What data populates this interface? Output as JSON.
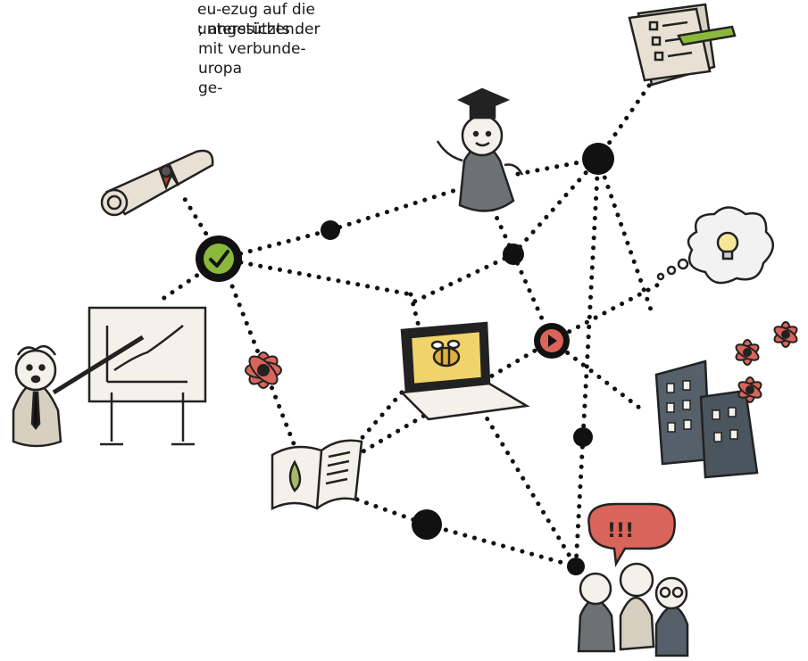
{
  "text_top_lines": [
    "ezug auf die",
    "; angesichts der",
    "mit verbunde-",
    "uropa",
    "ge-"
  ],
  "text_bottom_lines": [
    "eu-",
    "unterstützen."
  ],
  "speech_bubble_text": "!!!",
  "colors": {
    "check_green": "#8ab83a",
    "flower_red": "#d9645a",
    "play_red": "#d9645a",
    "laptop_screen": "#f0d36a",
    "building": "#55606a",
    "figure_gray": "#6e7173",
    "paper": "#e8e1d3"
  }
}
